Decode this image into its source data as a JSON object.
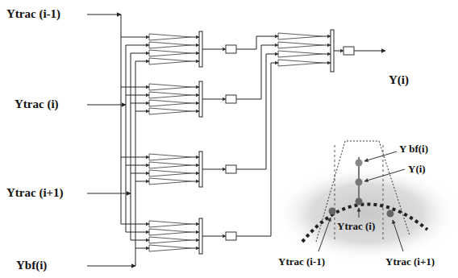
{
  "diagram": {
    "labels": [
      "Ytrac (i-1)",
      "Ytrac (i)",
      "Ytrac (i+1)",
      "Ybf(i)",
      "Y(i)",
      "Y bf(i)",
      "Y(i)",
      "Ytrac (i)",
      "Ytrac (i-1)",
      "Ytrac (i+1)"
    ]
  }
}
